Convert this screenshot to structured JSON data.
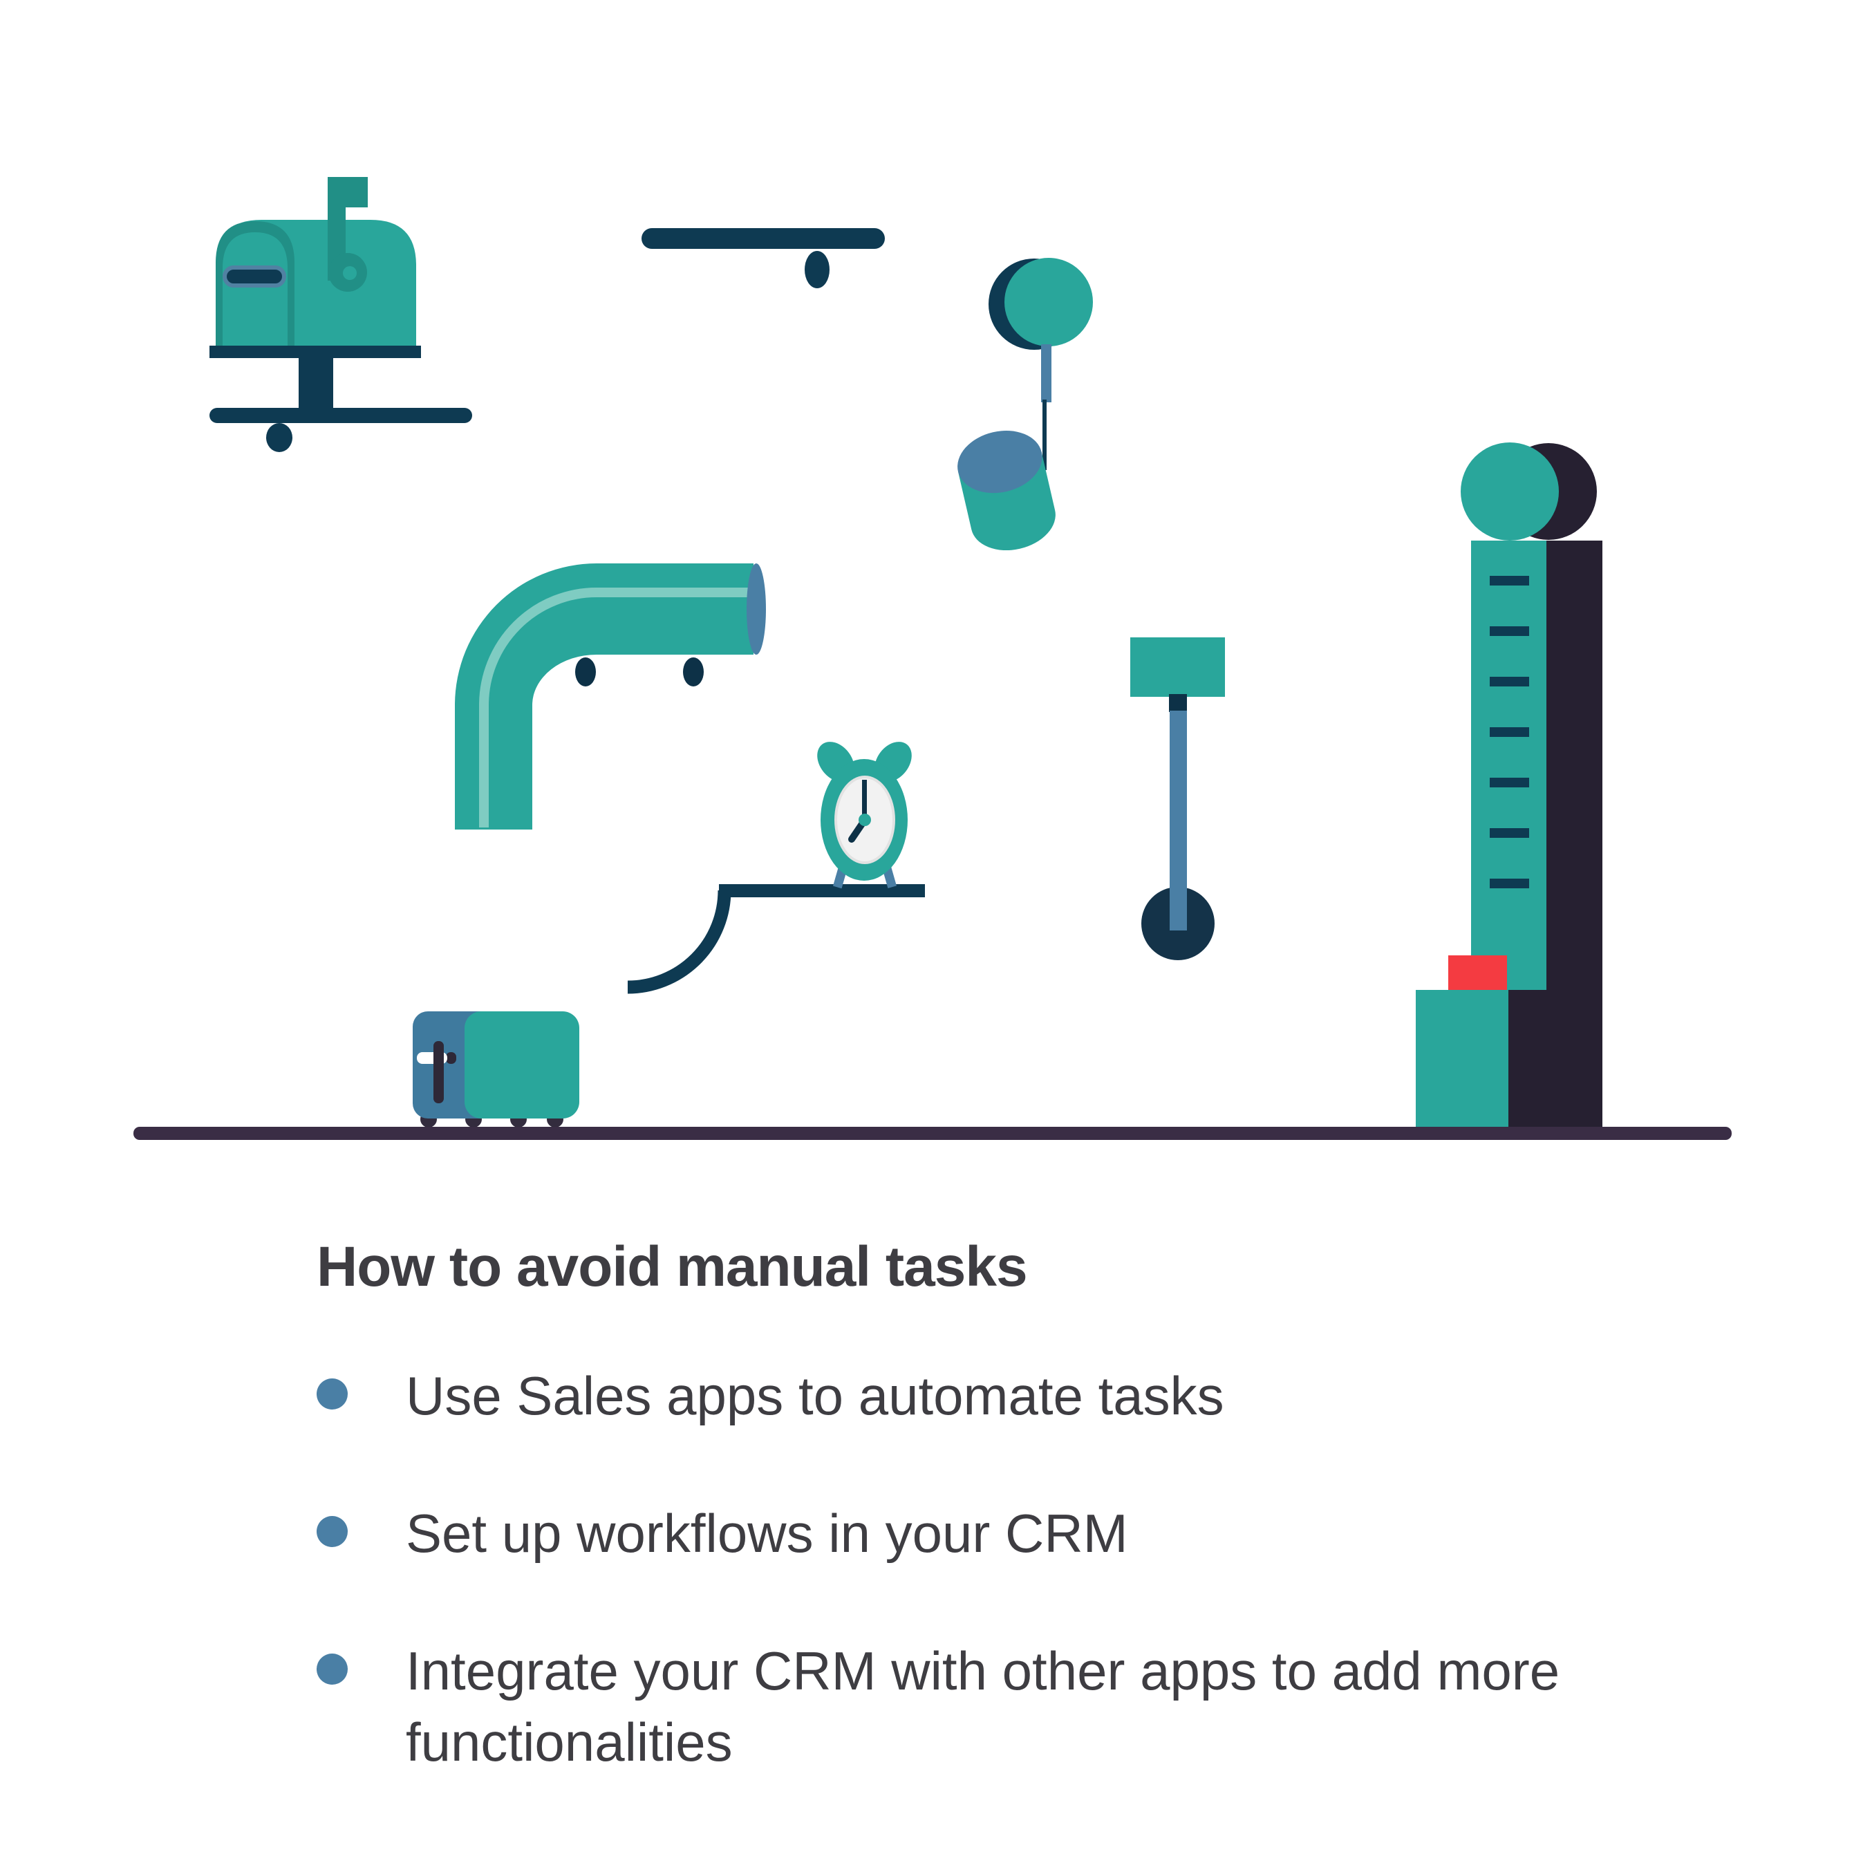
{
  "content": {
    "heading": "How to avoid manual tasks",
    "bullets": [
      "Use Sales apps to automate tasks",
      "Set up workflows in your CRM",
      "Integrate your CRM with other apps to add more functionalities"
    ]
  },
  "illustration": {
    "kind": "chain-reaction machine illustration",
    "icons": [
      "mailbox-icon",
      "seesaw-icon",
      "lever-icon",
      "pulley-icon",
      "bucket-icon",
      "pipe-icon",
      "alarm-clock-icon",
      "ledge-slide",
      "mallet-pendulum-icon",
      "toaster-icon",
      "high-striker-icon",
      "ground-line"
    ],
    "alarm_clock_time": "7:00"
  },
  "colors": {
    "background": "#ffffff",
    "teal": "#29a69b",
    "teal_dark": "#218f86",
    "teal_highlight": "#7fccc2",
    "navy": "#0e3a52",
    "navy_deep": "#0d3147",
    "steel_blue": "#4a7fa5",
    "ink_dark": "#262031",
    "ground": "#3a2d45",
    "red": "#f43b41",
    "clock_face": "#f2f2f2",
    "bullet_dot": "#4a7fa5",
    "text": "#3e3d42"
  }
}
